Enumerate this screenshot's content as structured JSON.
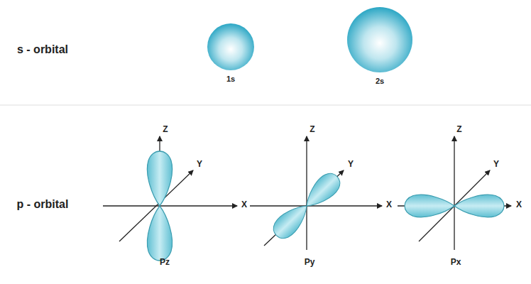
{
  "diagram": {
    "labels": [
      "s - orbital",
      "1s",
      "2s",
      "p - orbital",
      "Z",
      "Y",
      "X",
      "Pz",
      "Z",
      "Y",
      "X",
      "Py",
      "Z",
      "Y",
      "X",
      "Px"
    ]
  }
}
